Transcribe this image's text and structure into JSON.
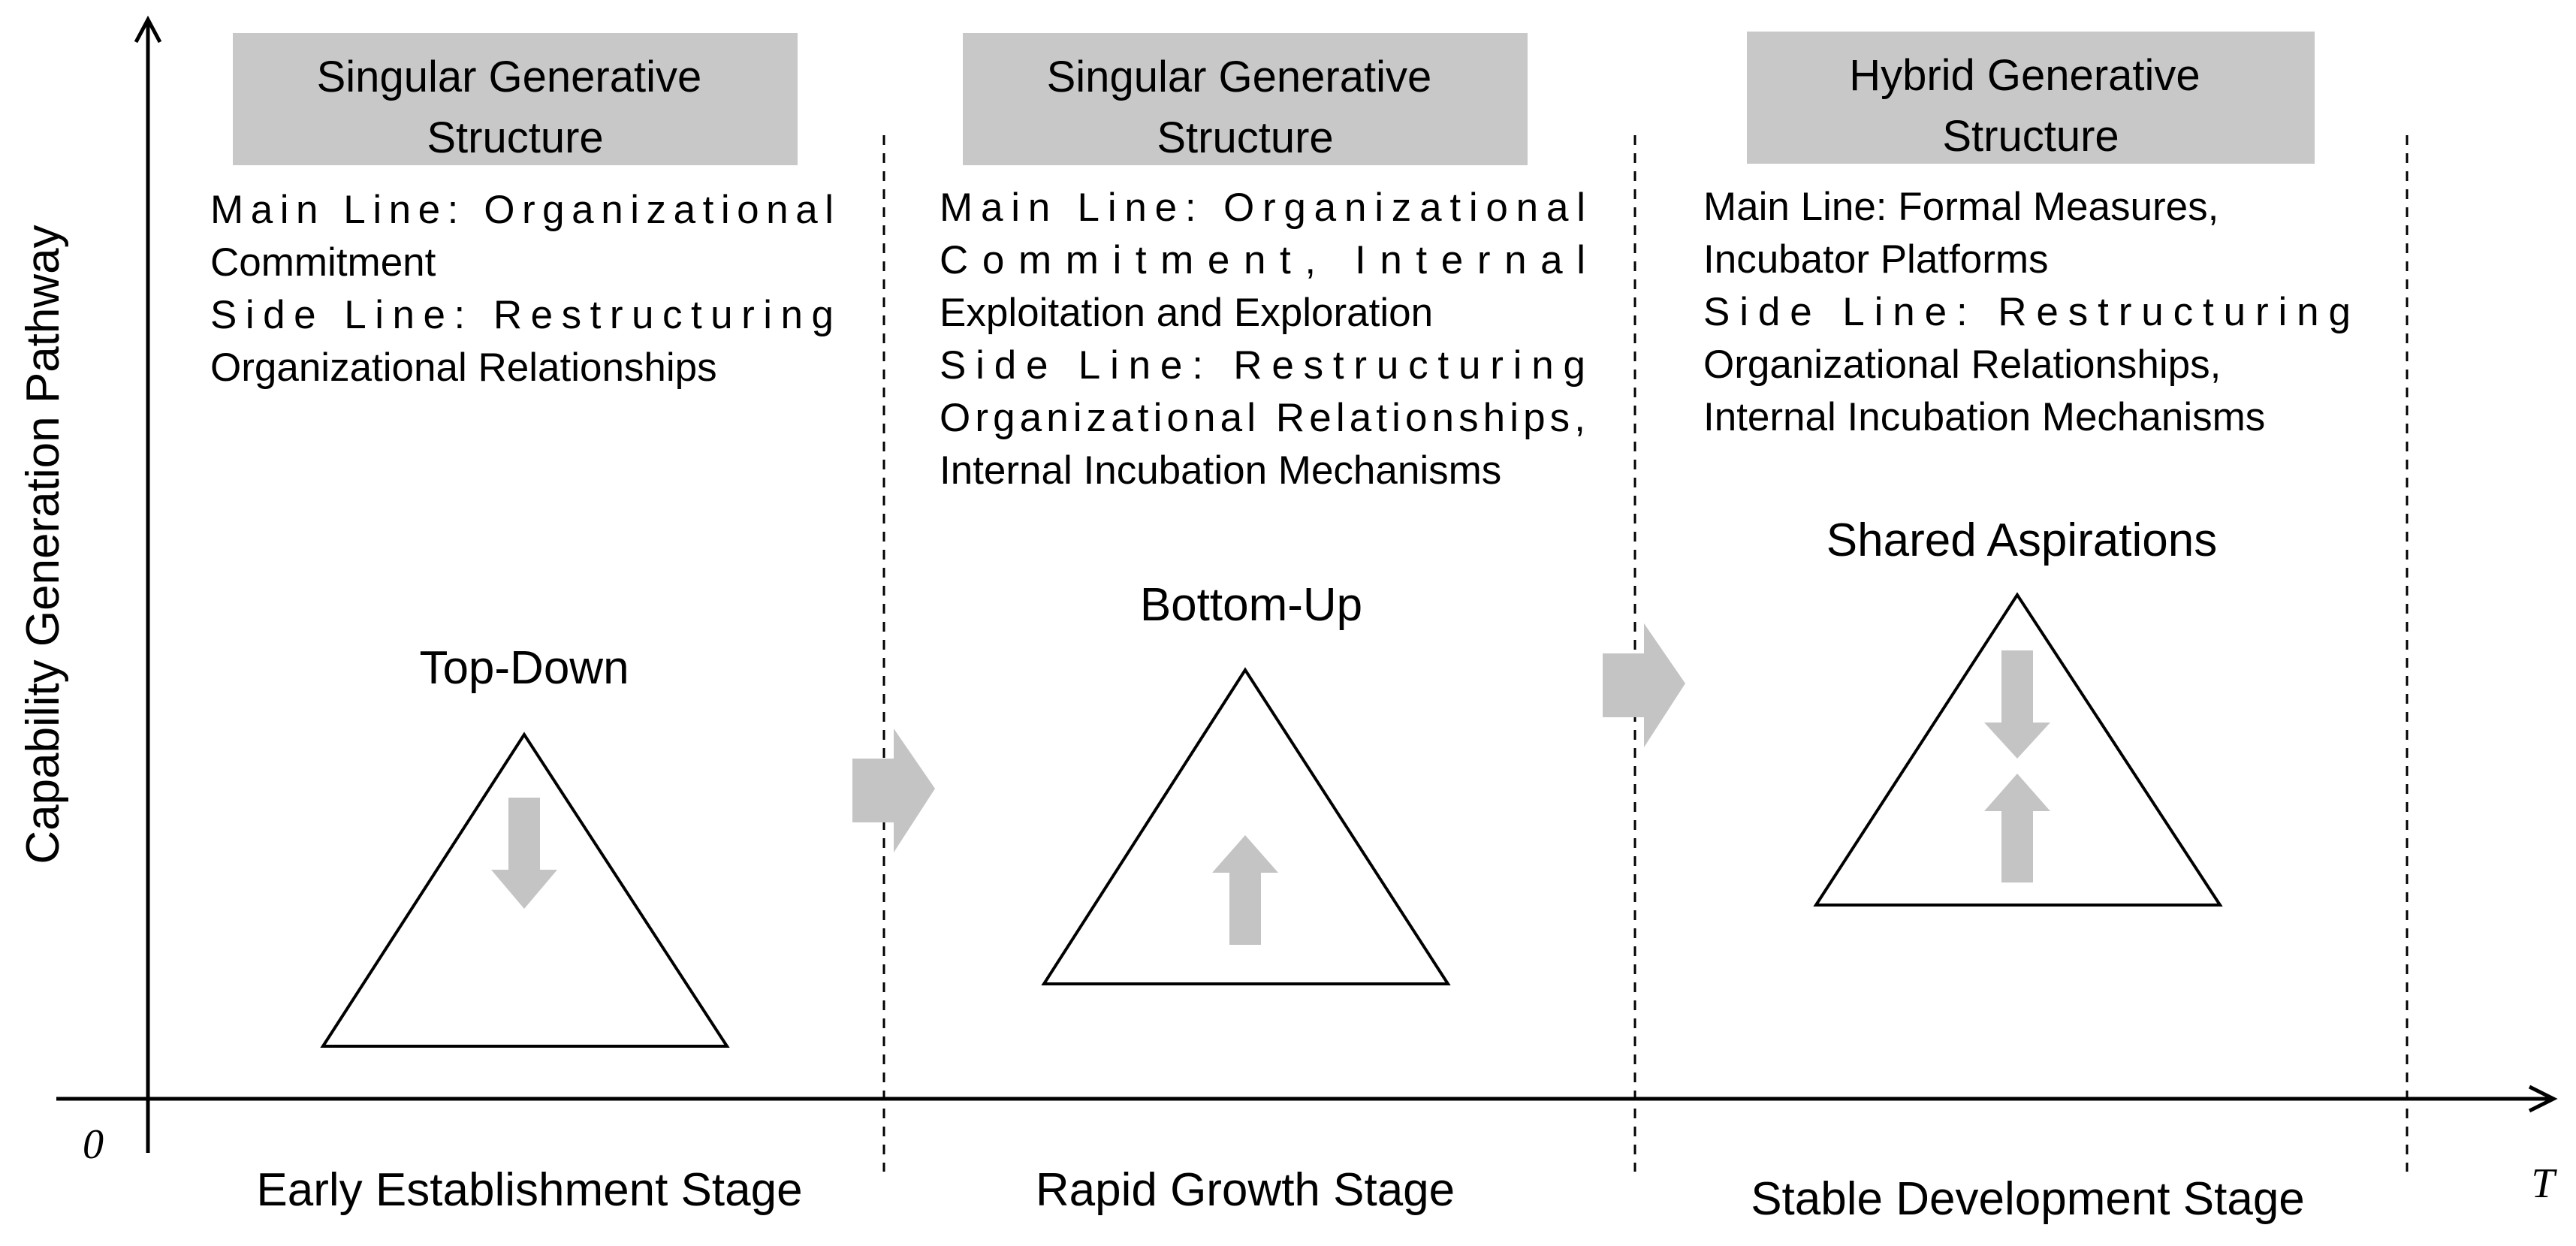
{
  "axes": {
    "y_label": "Capability Generation Pathway",
    "origin": "0",
    "x_end": "T"
  },
  "stages": [
    {
      "header": [
        "Singular Generative",
        "Structure"
      ],
      "description": [
        "Main Line: Organizational",
        "Commitment",
        "Side Line: Restructuring",
        "Organizational Relationships"
      ],
      "apex_label": "Top-Down",
      "direction": "down",
      "stage_label": "Early Establishment Stage"
    },
    {
      "header": [
        "Singular Generative",
        "Structure"
      ],
      "description": [
        "Main Line: Organizational",
        "Commitment, Internal",
        "Exploitation and Exploration",
        "Side Line: Restructuring",
        "Organizational Relationships,",
        "Internal Incubation Mechanisms"
      ],
      "apex_label": "Bottom-Up",
      "direction": "up",
      "stage_label": "Rapid Growth Stage"
    },
    {
      "header": [
        "Hybrid Generative",
        "Structure"
      ],
      "description": [
        "Main Line: Formal Measures,",
        "Incubator Platforms",
        "Side Line: Restructuring",
        "Organizational Relationships,",
        "Internal Incubation Mechanisms"
      ],
      "apex_label": "Shared Aspirations",
      "direction": "both",
      "stage_label": "Stable Development Stage"
    }
  ],
  "colors": {
    "header_fill": "#c8c8c8",
    "arrow_fill": "#c4c4c4",
    "line": "#000000"
  }
}
